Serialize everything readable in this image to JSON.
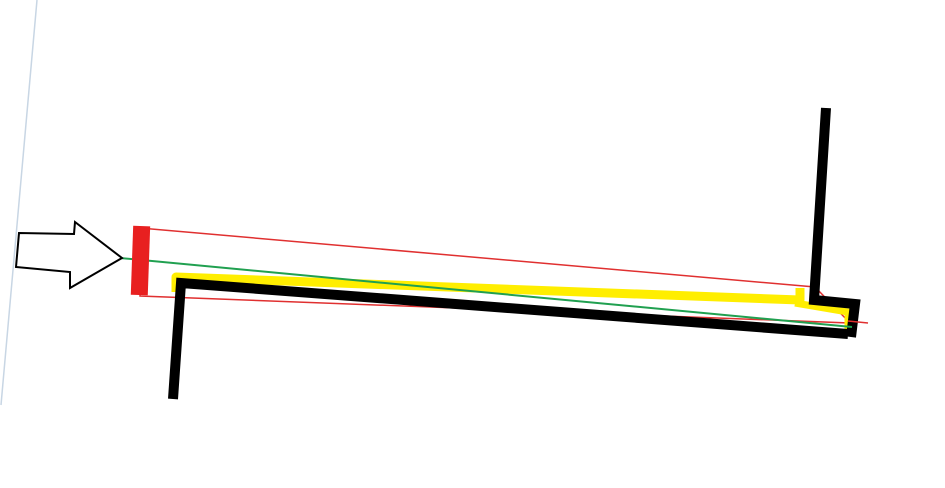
{
  "colors": {
    "background": "#ffffff",
    "left_edge_line": "#c8d6e4",
    "arrow_fill": "#ffffff",
    "arrow_stroke": "#000000",
    "wall": "#000000",
    "highlight": "#ffee00",
    "red_line": "#e03030",
    "red_marker": "#e82020",
    "green_line": "#20a050"
  },
  "shapes": {
    "arrow": "block-arrow-right",
    "left_wall": "black-thick-polyline",
    "right_wall": "black-thick-polyline",
    "yellow_band": "yellow-thick-polyline",
    "red_bar": "red-vertical-marker",
    "red_rectangle": "thin-red-outline",
    "green_ray": "thin-green-line"
  }
}
